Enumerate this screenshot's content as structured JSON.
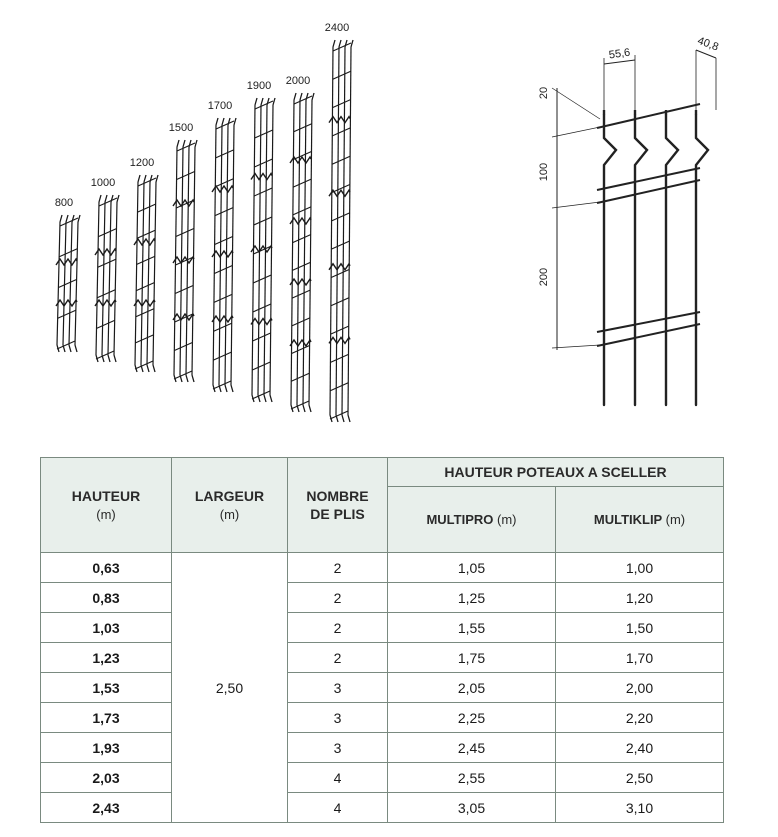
{
  "panel_heights_mm": [
    "800",
    "1000",
    "1200",
    "1500",
    "1700",
    "1900",
    "2000",
    "2400"
  ],
  "detail_dimensions": {
    "top_width": "55,6",
    "depth": "40,8",
    "seg_top": "20",
    "seg_mid": "100",
    "seg_low": "200"
  },
  "table": {
    "headers": {
      "hauteur": "HAUTEUR",
      "hauteur_unit": "(m)",
      "largeur": "LARGEUR",
      "largeur_unit": "(m)",
      "nombre_line1": "NOMBRE",
      "nombre_line2": "DE PLIS",
      "poteaux": "HAUTEUR POTEAUX A SCELLER",
      "multipro": "MULTIPRO",
      "multipro_unit": "(m)",
      "multiklip": "MULTIKLIP",
      "multiklip_unit": "(m)"
    },
    "largeur_value": "2,50",
    "rows": [
      {
        "hauteur": "0,63",
        "plis": "2",
        "multipro": "1,05",
        "multiklip": "1,00"
      },
      {
        "hauteur": "0,83",
        "plis": "2",
        "multipro": "1,25",
        "multiklip": "1,20"
      },
      {
        "hauteur": "1,03",
        "plis": "2",
        "multipro": "1,55",
        "multiklip": "1,50"
      },
      {
        "hauteur": "1,23",
        "plis": "2",
        "multipro": "1,75",
        "multiklip": "1,70"
      },
      {
        "hauteur": "1,53",
        "plis": "3",
        "multipro": "2,05",
        "multiklip": "2,00"
      },
      {
        "hauteur": "1,73",
        "plis": "3",
        "multipro": "2,25",
        "multiklip": "2,20"
      },
      {
        "hauteur": "1,93",
        "plis": "3",
        "multipro": "2,45",
        "multiklip": "2,40"
      },
      {
        "hauteur": "2,03",
        "plis": "4",
        "multipro": "2,55",
        "multiklip": "2,50"
      },
      {
        "hauteur": "2,43",
        "plis": "4",
        "multipro": "3,05",
        "multiklip": "3,10"
      }
    ]
  }
}
